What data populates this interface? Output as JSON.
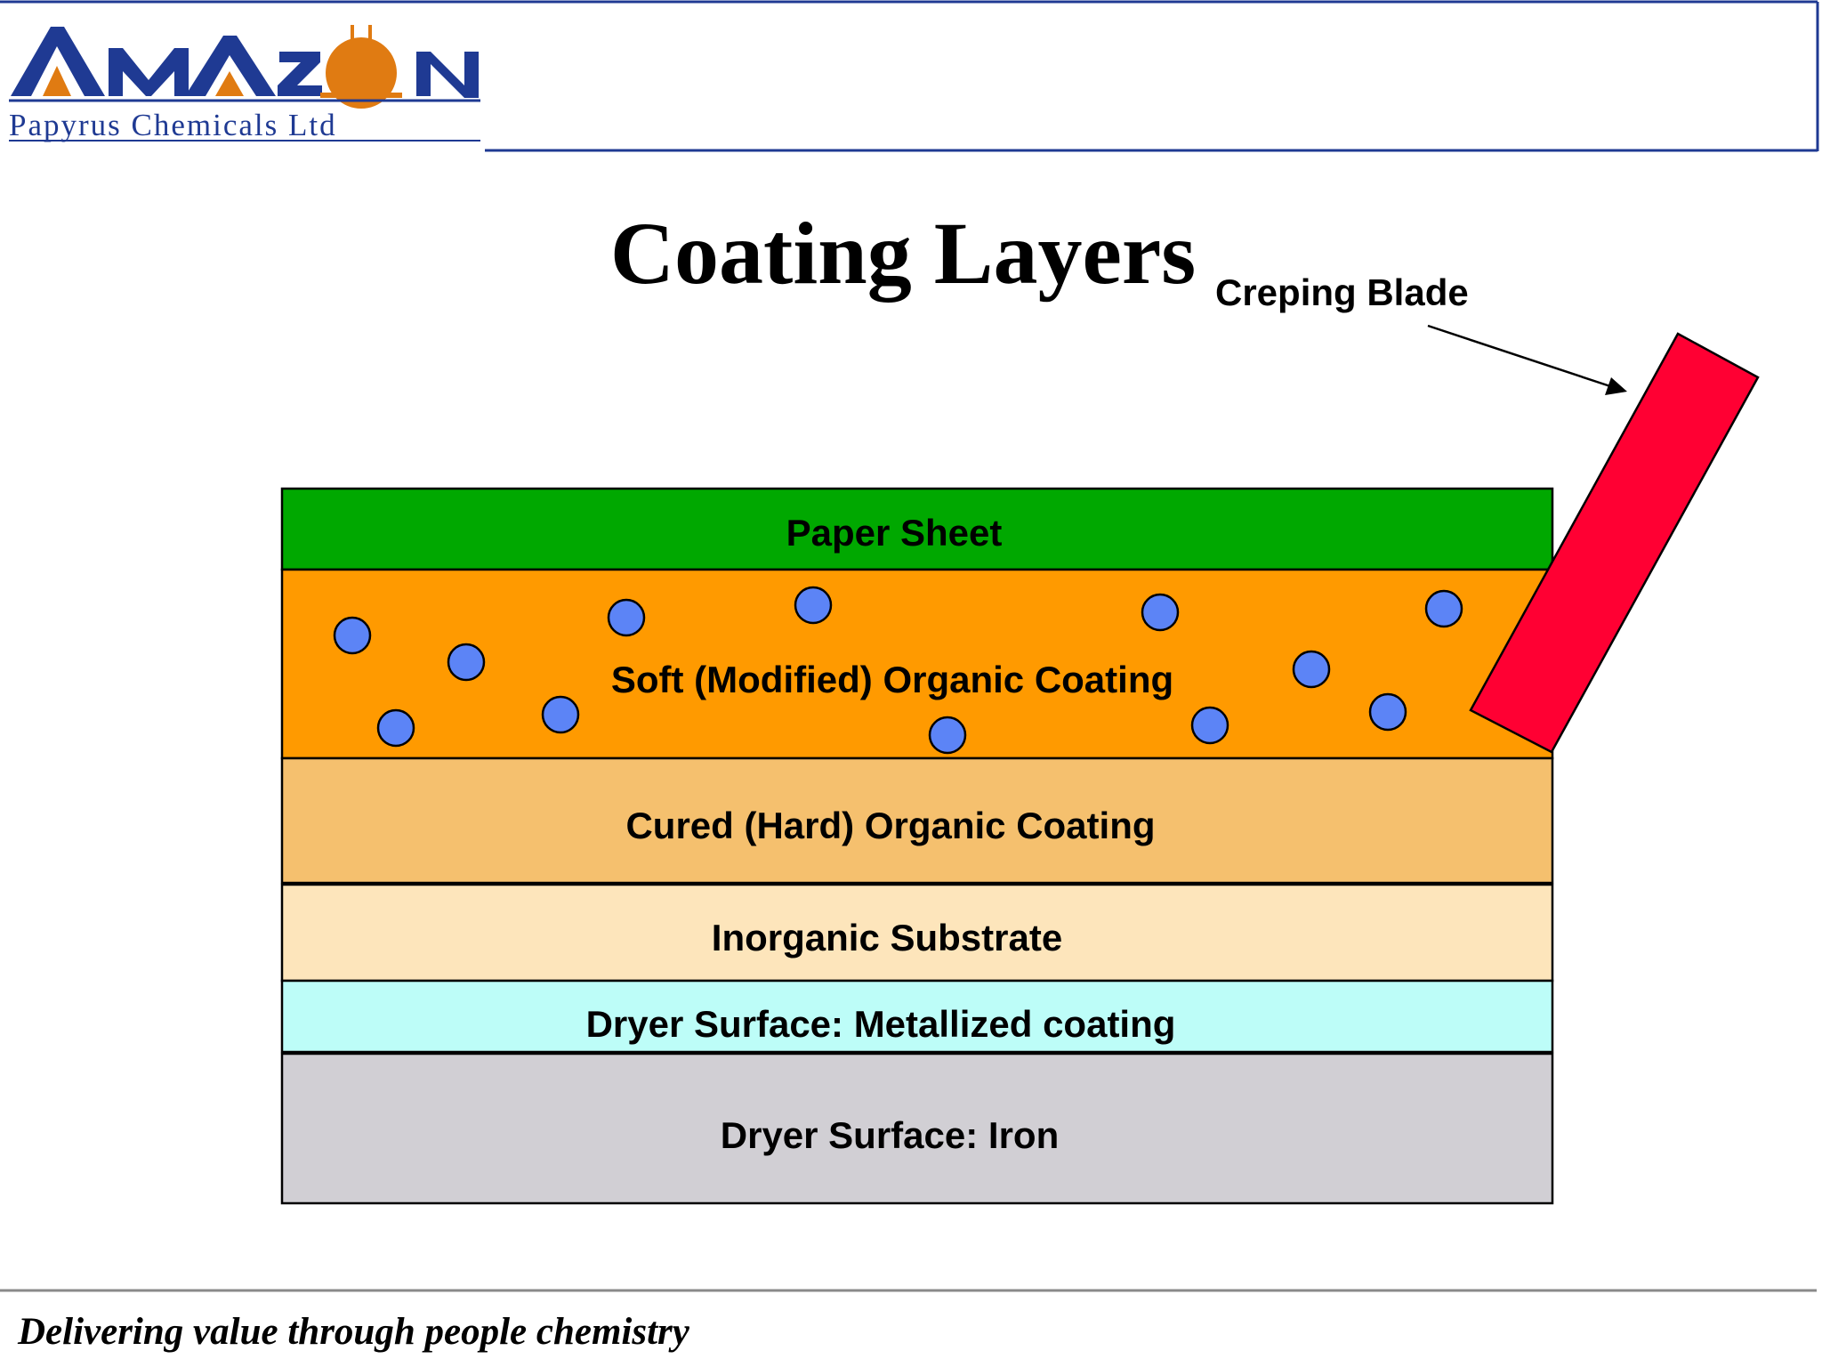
{
  "logo": {
    "wordmark_letters": [
      "A",
      "M",
      "A",
      "Z",
      "O",
      "N"
    ],
    "subtitle": "Papyrus Chemicals Ltd",
    "colors": {
      "navy": "#1f3a93",
      "orange": "#e07b12"
    }
  },
  "title": "Coating Layers",
  "blade": {
    "label": "Creping Blade",
    "color": "#ff0033"
  },
  "layers": [
    {
      "name": "paper-sheet",
      "label": "Paper Sheet",
      "color": "#00a800"
    },
    {
      "name": "soft-organic-coating",
      "label": "Soft (Modified) Organic Coating",
      "color": "#ff9a00"
    },
    {
      "name": "cured-organic-coating",
      "label": "Cured (Hard) Organic Coating",
      "color": "#f5c06e"
    },
    {
      "name": "inorganic-substrate",
      "label": "Inorganic Substrate",
      "color": "#fde5bb"
    },
    {
      "name": "metallized-coating",
      "label": "Dryer Surface: Metallized coating",
      "color": "#bdfdf8"
    },
    {
      "name": "dryer-iron",
      "label": "Dryer Surface: Iron",
      "color": "#d1cfd4"
    }
  ],
  "particle_color": "#5c84f6",
  "footer": {
    "tagline": "Delivering value through people chemistry"
  }
}
